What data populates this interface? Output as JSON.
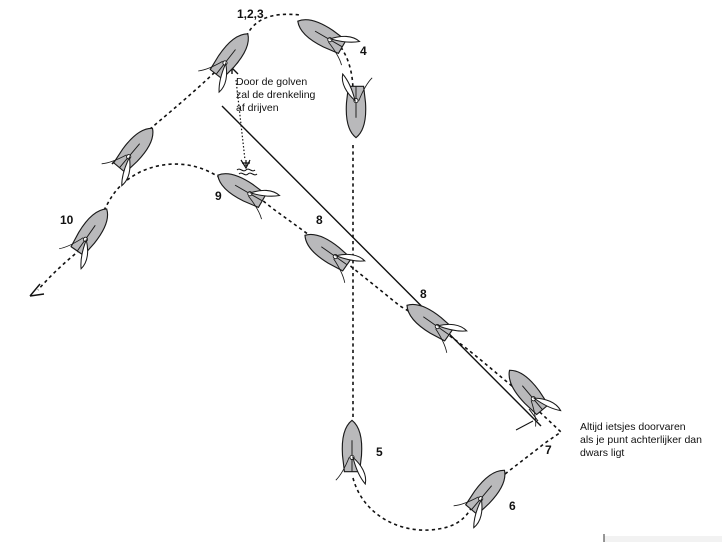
{
  "diagram": {
    "labels": {
      "pos_123": "1,2,3",
      "pos_4": "4",
      "pos_5": "5",
      "pos_6": "6",
      "pos_7": "7",
      "pos_8a": "8",
      "pos_8b": "8",
      "pos_9": "9",
      "pos_10": "10"
    },
    "notes": {
      "drift_line1": "Door de golven",
      "drift_line2": "zal de drenkeling",
      "drift_line3": "af drijven",
      "turn_line1": "Altijd ietsjes doorvaren",
      "turn_line2": "als je punt achterlijker dan",
      "turn_line3": "dwars ligt"
    },
    "icons": [
      "sailboat-icon",
      "person-overboard-icon",
      "drift-marker-icon"
    ],
    "colors": {
      "hull": "#b9b9bb",
      "line": "#111111"
    }
  }
}
